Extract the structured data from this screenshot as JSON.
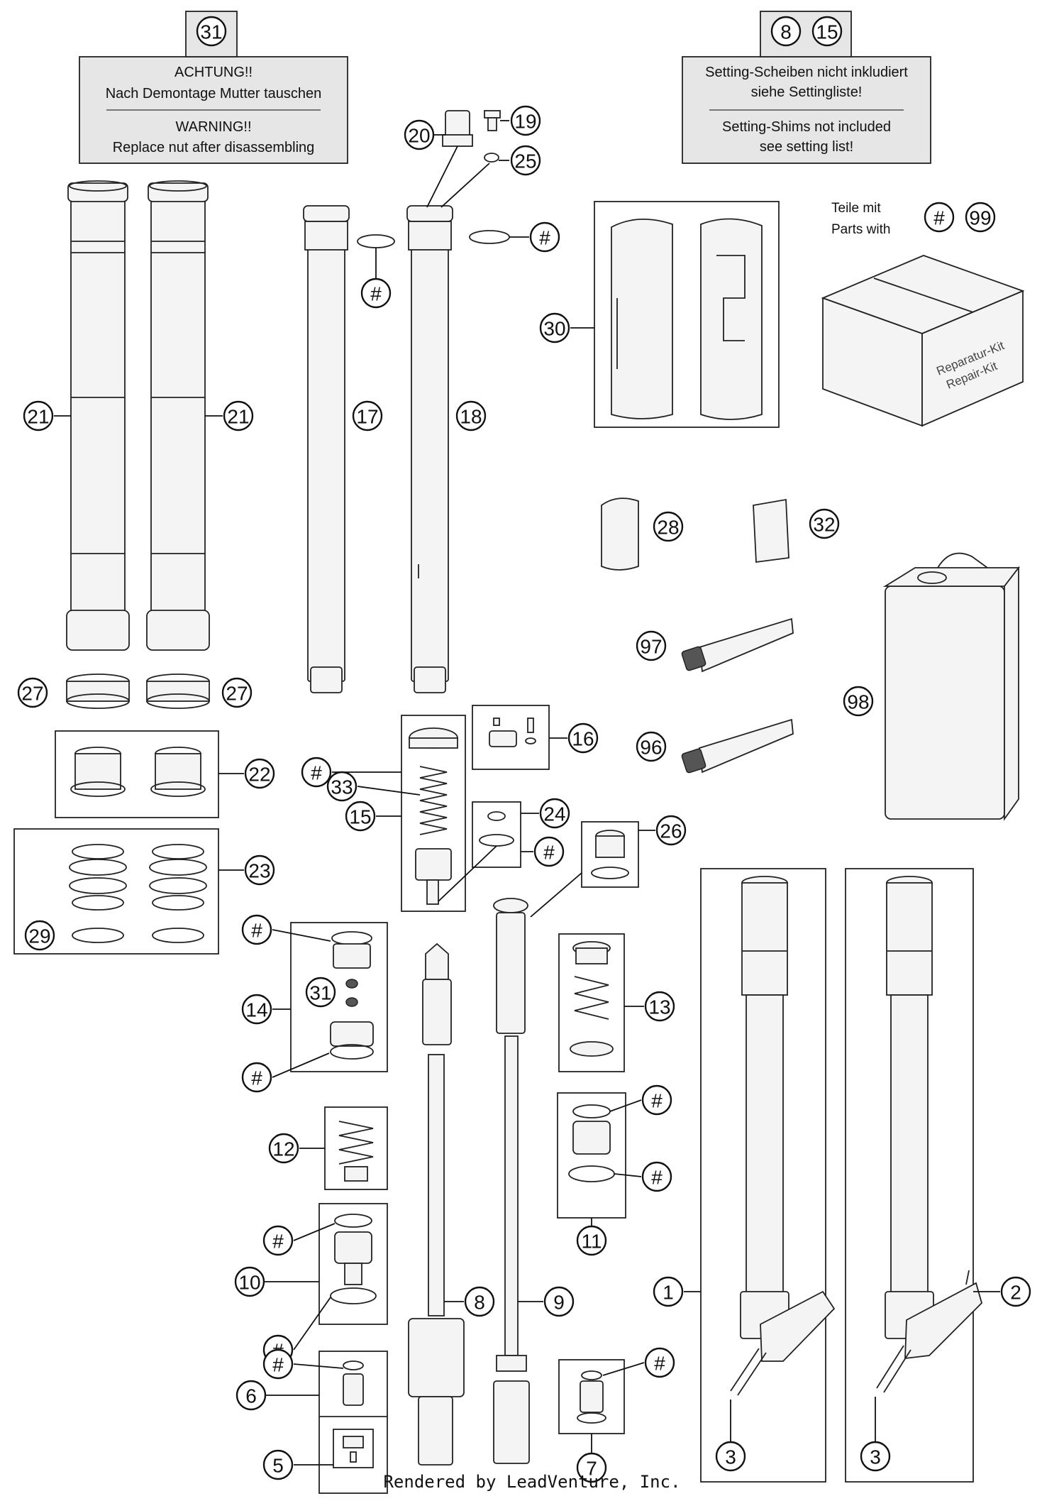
{
  "note_left": {
    "tag": "31",
    "line1": "ACHTUNG!!",
    "line2": "Nach Demontage Mutter tauschen",
    "line3": "WARNING!!",
    "line4": "Replace nut after disassembling"
  },
  "note_right": {
    "tags": [
      "8",
      "15"
    ],
    "line1": "Setting-Scheiben nicht inkludiert",
    "line2": "siehe Settingliste!",
    "line3": "Setting-Shims not included",
    "line4": "see setting list!"
  },
  "kit": {
    "line1": "Teile mit",
    "line2": "Parts with",
    "tags": [
      "#",
      "99"
    ],
    "box_label1": "Reparatur-Kit",
    "box_label2": "Repair-Kit"
  },
  "callouts": {
    "c20": "20",
    "c19": "19",
    "c25": "25",
    "c21a": "21",
    "c21b": "21",
    "c17": "17",
    "c18": "18",
    "cH1": "#",
    "cH2": "#",
    "c30": "30",
    "c28": "28",
    "c32": "32",
    "c97": "97",
    "c96": "96",
    "c98": "98",
    "c27a": "27",
    "c27b": "27",
    "c22": "22",
    "c23": "23",
    "c29": "29",
    "cH3": "#",
    "c33": "33",
    "c15": "15",
    "c16": "16",
    "c24": "24",
    "cH4": "#",
    "c26": "26",
    "cH5": "#",
    "c14": "14",
    "c31b": "31",
    "cH6": "#",
    "c13": "13",
    "cH7": "#",
    "cH8": "#",
    "c11": "11",
    "c12": "12",
    "cH9": "#",
    "c10": "10",
    "cH10": "#",
    "c8": "8",
    "c9": "9",
    "c1": "1",
    "c2": "2",
    "cH11": "#",
    "c6": "6",
    "c5": "5",
    "cH12": "#",
    "c7": "7",
    "c3a": "3",
    "c3b": "3"
  },
  "footer": "Rendered by LeadVenture, Inc."
}
